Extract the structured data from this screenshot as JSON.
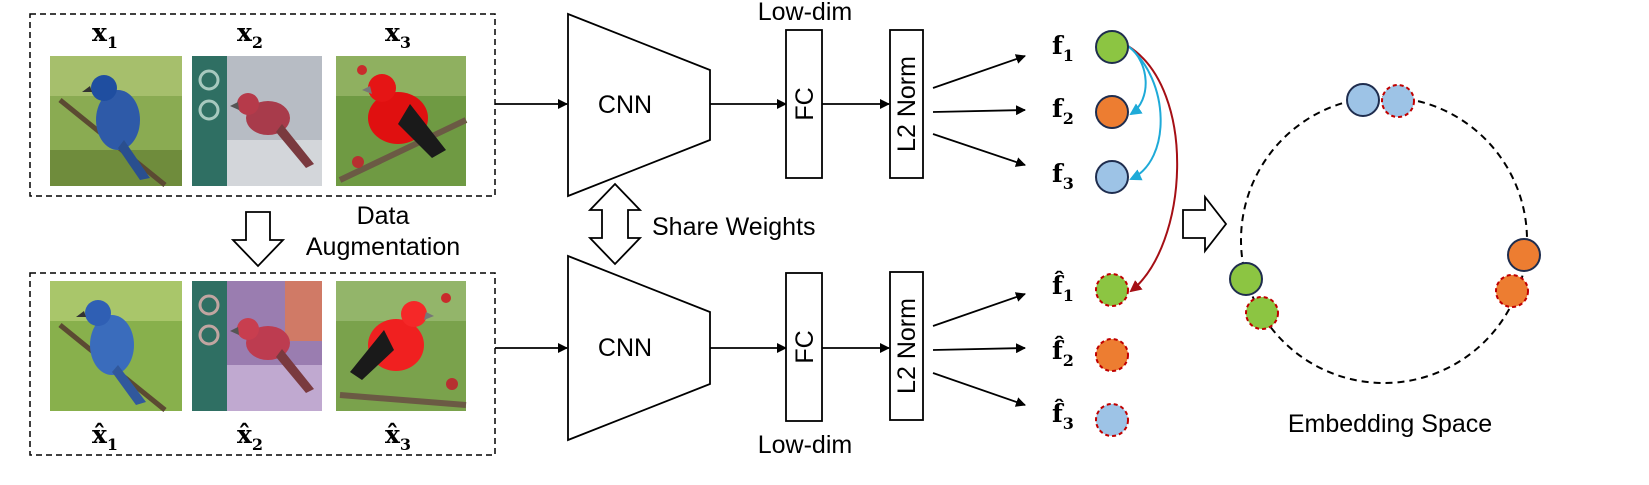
{
  "top_batch": {
    "labels": [
      {
        "sym": "x",
        "idx": "1"
      },
      {
        "sym": "x",
        "idx": "2"
      },
      {
        "sym": "x",
        "idx": "3"
      }
    ],
    "images": [
      "blue-bird-photo",
      "red-finch-on-feeder-photo",
      "scarlet-tanager-photo"
    ]
  },
  "bottom_batch": {
    "labels": [
      {
        "sym": "x̂",
        "idx": "1"
      },
      {
        "sym": "x̂",
        "idx": "2"
      },
      {
        "sym": "x̂",
        "idx": "3"
      }
    ],
    "images": [
      "blue-bird-augmented-photo",
      "red-finch-augmented-photo",
      "scarlet-tanager-augmented-photo"
    ]
  },
  "augmentation": {
    "line1": "Data",
    "line2": "Augmentation"
  },
  "network": {
    "cnn_label": "CNN",
    "fc_label": "FC",
    "norm_label": "L2 Norm",
    "low_dim_top": "Low-dim",
    "low_dim_bottom": "Low-dim",
    "share_label": "Share Weights"
  },
  "features": {
    "top": [
      {
        "sym": "f",
        "idx": "1"
      },
      {
        "sym": "f",
        "idx": "2"
      },
      {
        "sym": "f",
        "idx": "3"
      }
    ],
    "bottom": [
      {
        "sym": "f̂",
        "idx": "1"
      },
      {
        "sym": "f̂",
        "idx": "2"
      },
      {
        "sym": "f̂",
        "idx": "3"
      }
    ]
  },
  "embedding_label": "Embedding Space",
  "colors": {
    "green": "#8cc542",
    "orange": "#ed7d31",
    "blue": "#9dc3e6",
    "pos_arrow": "#a50f15",
    "neg_arrow": "#1eaad8",
    "dashed_border": "#c00000"
  }
}
